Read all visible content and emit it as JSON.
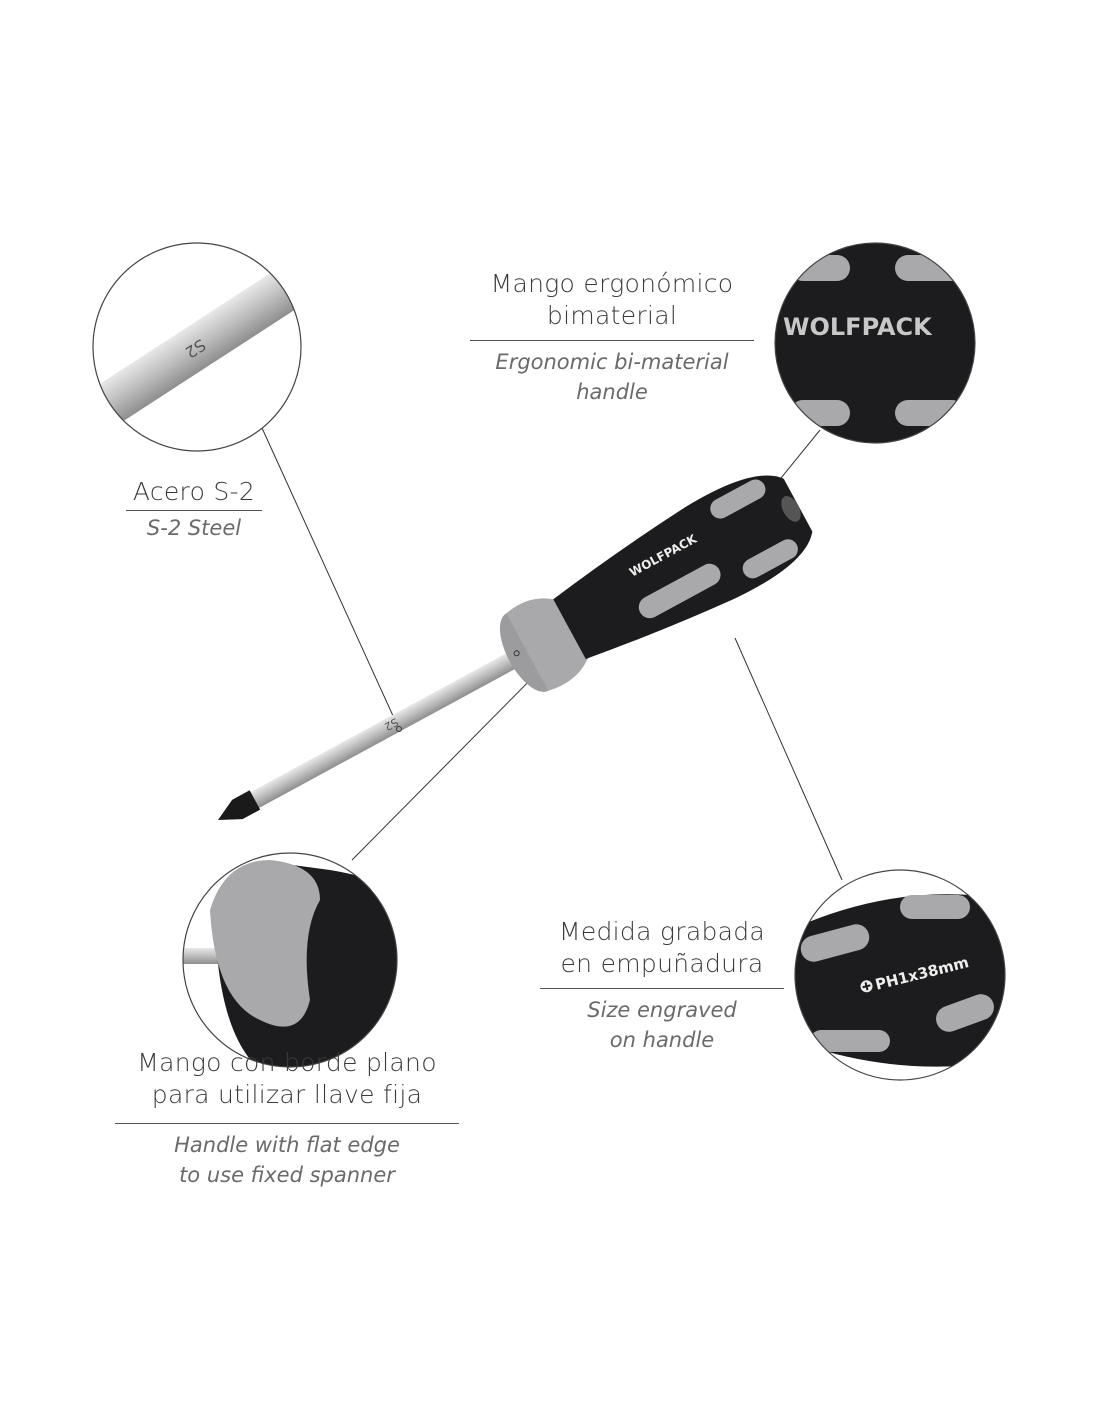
{
  "brand": "WOLFPACK",
  "shaft_marking": "S2",
  "size_engraving": "PH1x38mm",
  "callouts": {
    "handle": {
      "es": [
        "Mango ergonómico",
        "bimaterial"
      ],
      "en": [
        "Ergonomic bi-material",
        "handle"
      ]
    },
    "steel": {
      "es": [
        "Acero S-2"
      ],
      "en": [
        "S-2 Steel"
      ]
    },
    "size": {
      "es": [
        "Medida grabada",
        "en empuñadura"
      ],
      "en": [
        "Size engraved",
        "on handle"
      ]
    },
    "flat_edge": {
      "es": [
        "Mango con borde plano",
        "para utilizar llave fija"
      ],
      "en": [
        "Handle with flat edge",
        "to use fixed spanner"
      ]
    }
  },
  "colors": {
    "handle_black": "#1c1c1e",
    "handle_gray": "#a9a9ab",
    "shaft": "#c8c8c8",
    "text": "#3a3a3a"
  }
}
